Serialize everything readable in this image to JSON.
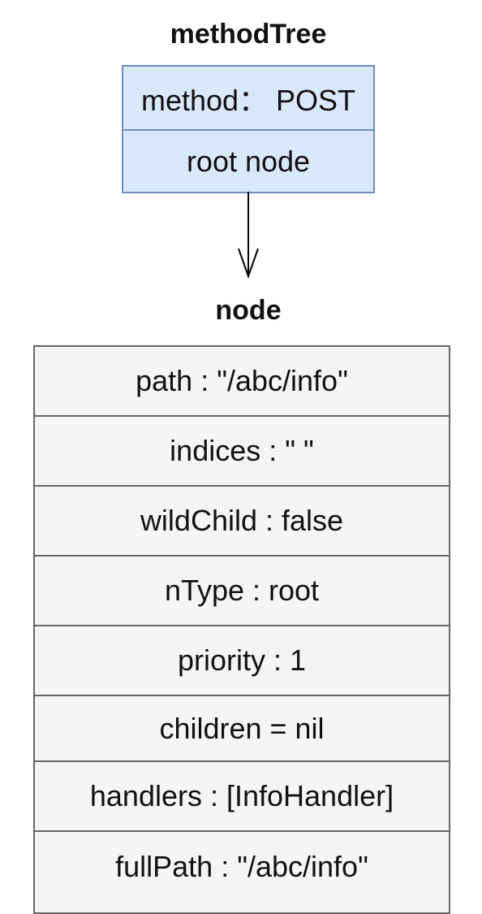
{
  "method_tree": {
    "title": "methodTree",
    "rows": [
      {
        "text": "method： POST"
      },
      {
        "text": "root node"
      }
    ]
  },
  "node": {
    "title": "node",
    "fields": [
      {
        "text": "path : \"/abc/info\""
      },
      {
        "text": "indices : \" \""
      },
      {
        "text": "wildChild : false"
      },
      {
        "text": "nType : root"
      },
      {
        "text": "priority : 1"
      },
      {
        "text": "children = nil"
      },
      {
        "text": "handlers : [InfoHandler]"
      },
      {
        "text": "fullPath : \"/abc/info\""
      }
    ]
  },
  "colors": {
    "method_fill": "#dae8fc",
    "method_stroke": "#6c8ebf",
    "node_fill": "#f5f5f5",
    "node_stroke": "#666666"
  }
}
